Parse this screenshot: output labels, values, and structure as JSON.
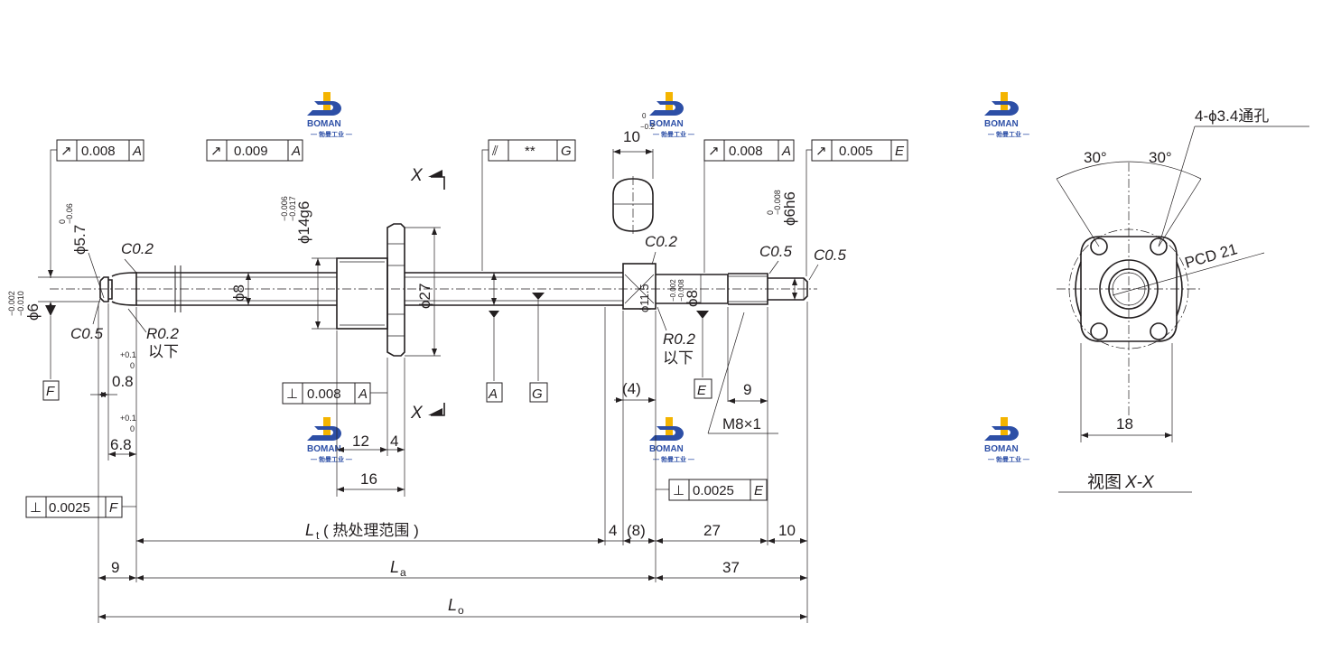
{
  "watermark": {
    "brand": "BOMAN",
    "cn": "— 勃曼工业 —"
  },
  "frames": {
    "f1": {
      "sym": "↗",
      "val": "0.008",
      "ref": "A"
    },
    "f2": {
      "sym": "↗",
      "val": "0.009",
      "ref": "A"
    },
    "f3": {
      "sym": "⫽",
      "val": "**",
      "ref": "G"
    },
    "f4": {
      "sym": "↗",
      "val": "0.008",
      "ref": "A"
    },
    "f5": {
      "sym": "↗",
      "val": "0.005",
      "ref": "E"
    },
    "f6": {
      "sym": "⊥",
      "val": "0.008",
      "ref": "A"
    },
    "f7": {
      "sym": "⊥",
      "val": "0.0025",
      "ref": "E"
    },
    "f8": {
      "sym": "⊥",
      "val": "0.0025",
      "ref": "F"
    }
  },
  "datums": {
    "A": "A",
    "G": "G",
    "E": "E",
    "F": "F"
  },
  "dims": {
    "d6": "ϕ6",
    "d6_up": "−0.002",
    "d6_lo": "−0.010",
    "d57": "ϕ5.7",
    "d57_up": "0",
    "d57_lo": "−0.06",
    "d14": "ϕ14g6",
    "d14_up": "−0.006",
    "d14_lo": "−0.017",
    "d8a": "ϕ8",
    "d27": "ϕ27",
    "d115": "ϕ11.5",
    "d8b": "ϕ8",
    "d8b_up": "−0.002",
    "d8b_lo": "−0.008",
    "d6h6": "ϕ6h6",
    "d6h6_up": "0",
    "d6h6_lo": "−0.008",
    "c02a": "C0.2",
    "c02b": "C0.2",
    "c05a": "C0.5",
    "c05b": "C0.5",
    "c05c": "C0.5",
    "r02a": "R0.2",
    "r02b": "R0.2",
    "below_a": "以下",
    "below_b": "以下",
    "g08": "0.8",
    "g08_up": "+0.1",
    "g08_lo": "0",
    "g68": "6.8",
    "g68_up": "+0.1",
    "g68_lo": "0",
    "n12": "12",
    "n4a": "4",
    "n16": "16",
    "n10": "10",
    "n10_up": "0",
    "n10_lo": "−0.2",
    "n4p": "(4)",
    "n9a": "9",
    "m8": "M8×1",
    "lt_l": "L",
    "lt_s": "t",
    "lt_t": "( 热处理范围 )",
    "n4b": "4",
    "n8p": "(8)",
    "n27": "27",
    "n10b": "10",
    "n9b": "9",
    "la_l": "L",
    "la_s": "a",
    "n37": "37",
    "lo_l": "L",
    "lo_s": "o",
    "x1": "X",
    "x2": "X"
  },
  "view": {
    "a1": "30°",
    "a2": "30°",
    "holes": "4-ϕ3.4通孔",
    "pcd": "PCD 21",
    "w18": "18",
    "title_cn": "视图",
    "title_x": "X-X"
  }
}
